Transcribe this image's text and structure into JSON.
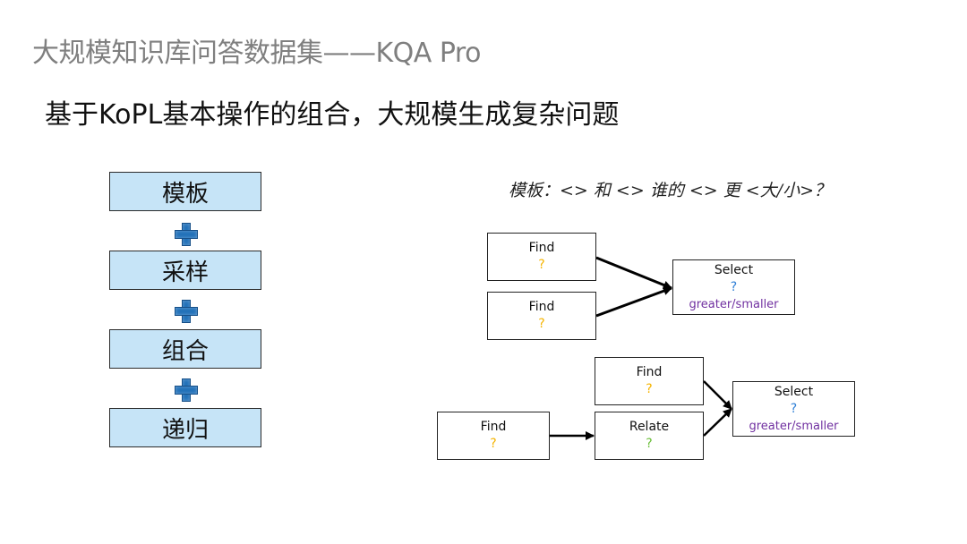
{
  "slide": {
    "title": "大规模知识库问答数据集——KQA Pro",
    "subtitle": "基于KoPL基本操作的组合，大规模生成复杂问题"
  },
  "flow": {
    "steps": [
      "模板",
      "采样",
      "组合",
      "递归"
    ]
  },
  "example": {
    "template": "模板：<> 和 <> 谁的 <> 更 <大/小>？",
    "diagram1": {
      "find_a": {
        "op": "Find",
        "arg": "?"
      },
      "find_b": {
        "op": "Find",
        "arg": "?"
      },
      "select": {
        "op": "Select",
        "arg": "?",
        "extra": "greater/smaller"
      }
    },
    "diagram2": {
      "find_top": {
        "op": "Find",
        "arg": "?"
      },
      "find_left": {
        "op": "Find",
        "arg": "?"
      },
      "relate": {
        "op": "Relate",
        "arg": "?"
      },
      "select": {
        "op": "Select",
        "arg": "?",
        "extra": "greater/smaller"
      }
    }
  },
  "colors": {
    "flow_fill": "#c6e4f7",
    "plus": "#1f6fb8",
    "find_arg": "#f5b400",
    "select_arg": "#2f7fd6",
    "relate_arg": "#6bbf3a",
    "select_extra": "#7030a0"
  }
}
